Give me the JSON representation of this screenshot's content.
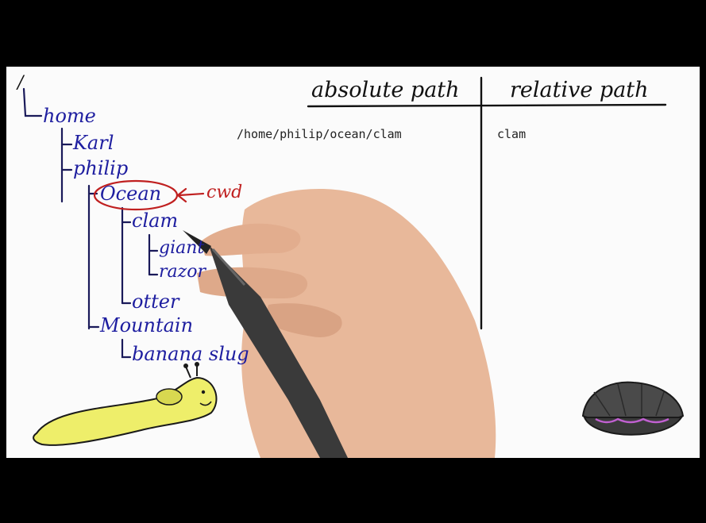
{
  "board": {
    "headers": {
      "absolute": "absolute path",
      "relative": "relative path"
    },
    "row": {
      "absolute_value": "/home/philip/ocean/clam",
      "relative_value": "clam"
    },
    "tree": {
      "root": "/",
      "home": "home",
      "karl": "Karl",
      "philip": "philip",
      "ocean": "Ocean",
      "cwd": "cwd",
      "clam": "clam",
      "giant": "giant",
      "razor": "razor",
      "otter": "otter",
      "mountain": "Mountain",
      "banana_slug": "banana slug"
    }
  },
  "colors": {
    "ink_blue": "#1e1ea0",
    "ink_red": "#c02020",
    "ink_black": "#111111",
    "slug_yellow": "#eeee6a",
    "clam_gray": "#4a4a4a",
    "skin": "#e8b89a"
  },
  "icons": {
    "hand": "hand-with-marker",
    "slug": "banana-slug-drawing",
    "clam": "clam-drawing"
  }
}
